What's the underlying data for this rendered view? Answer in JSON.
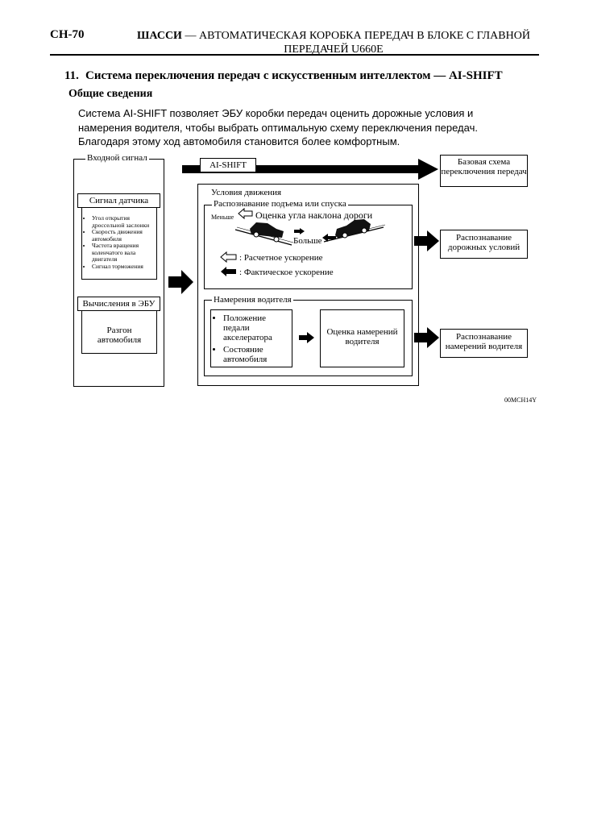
{
  "header": {
    "page_number": "CH-70",
    "title_bold": "ШАССИ",
    "title_rest": " — АВТОМАТИЧЕСКАЯ КОРОБКА ПЕРЕДАЧ В БЛОКЕ С ГЛАВНОЙ ПЕРЕДАЧЕЙ U660E"
  },
  "section": {
    "number": "11.",
    "title": "Система переключения передач с искусственным интеллектом — AI-SHIFT",
    "subheading": "Общие сведения",
    "paragraph": "Система AI-SHIFT позволяет ЭБУ коробки передач оценить дорожные условия и намерения водителя, чтобы выбрать оптимальную схему переключения передач. Благодаря этому ход автомобиля становится более комфортным."
  },
  "diagram": {
    "input_group": "Входной сигнал",
    "sensor_title": "Сигнал датчика",
    "sensor_items": [
      "Угол открытия дроссельной заслонки",
      "Скорость движения автомобиля",
      "Частота вращения коленчатого вала двигателя",
      "Сигнал торможения"
    ],
    "ecu_title": "Вычисления в ЭБУ",
    "ecu_body": "Разгон автомобиля",
    "aishift_label": "AI-SHIFT",
    "basic_pattern": "Базовая схема переключения передач",
    "driving_conditions": "Условия движения",
    "slope_group": "Распознавание подъема или спуска",
    "slope_estimate": "Оценка угла наклона дороги",
    "less": "Меньше",
    "more": "Больше",
    "calc_accel": "Расчетное ускорение",
    "actual_accel": "Фактическое ускорение",
    "road_recognition": "Распознавание дорожных условий",
    "driver_intent_group": "Намерения водителя",
    "driver_items": [
      "Положение педали акселератора",
      "Состояние автомобиля"
    ],
    "intent_estimate": "Оценка намерений водителя",
    "intent_recognition": "Распознавание намерений водителя",
    "figure_code": "00MCH14Y"
  }
}
